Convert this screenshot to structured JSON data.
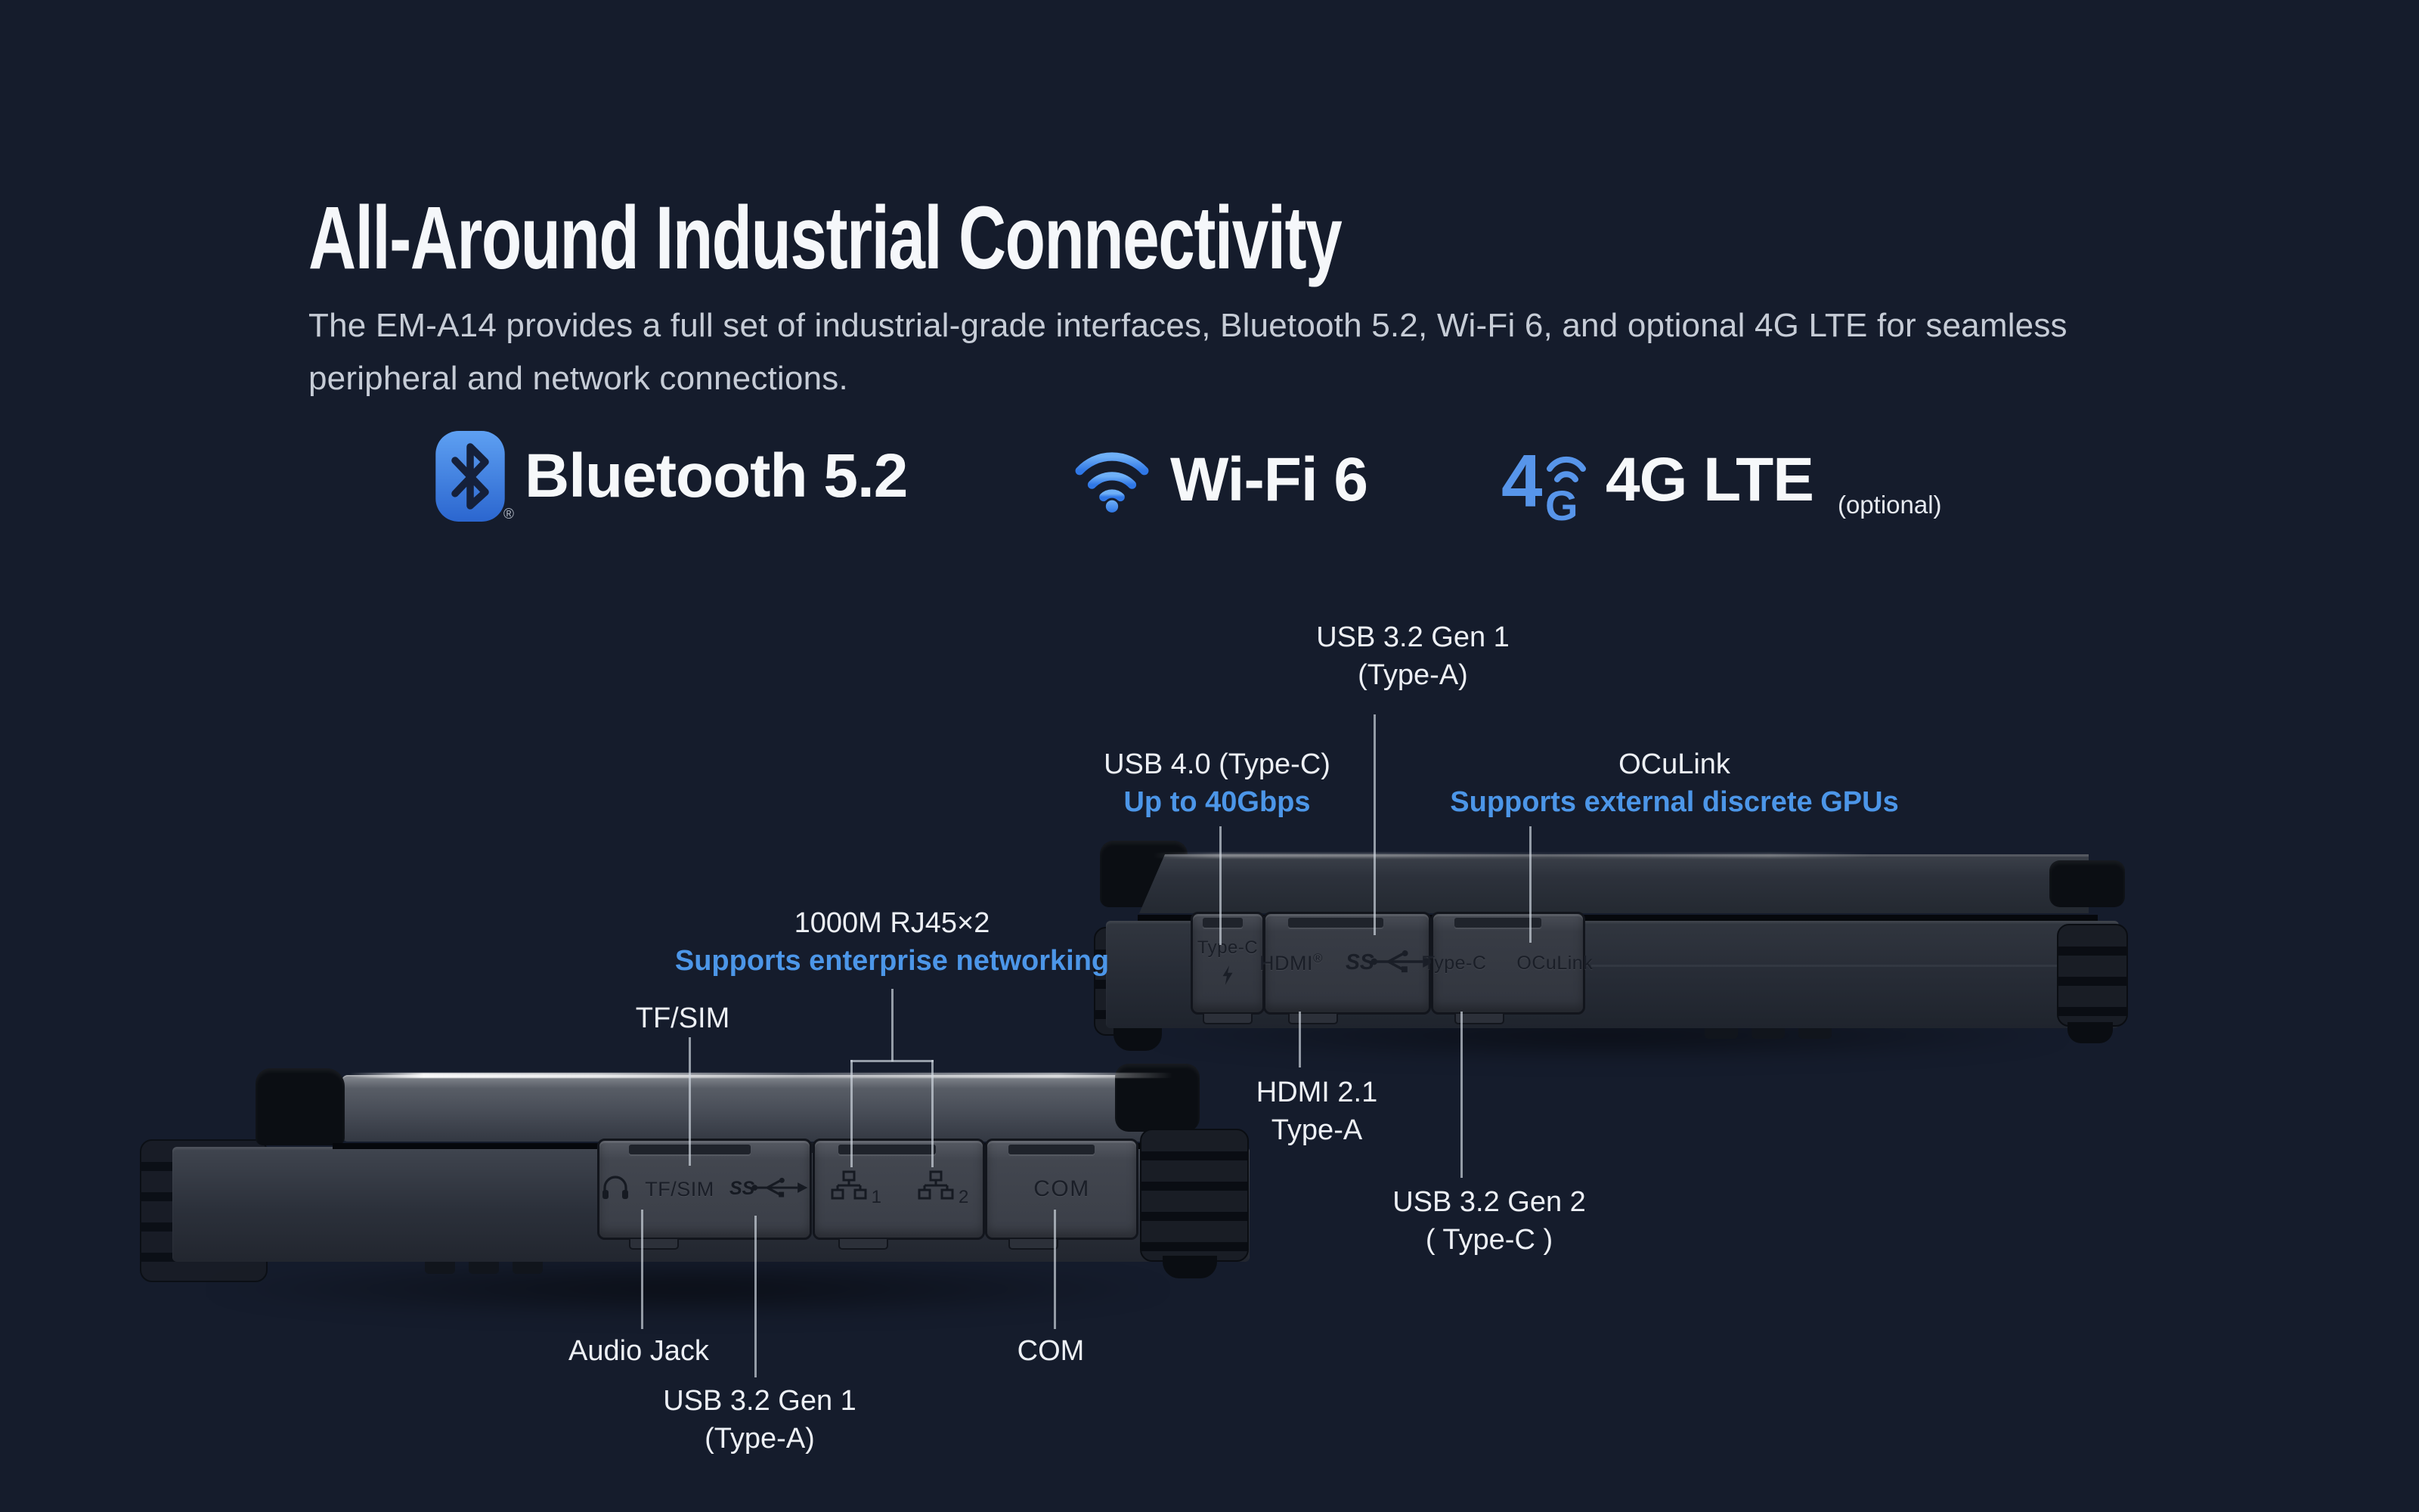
{
  "colors": {
    "background": "#151c2c",
    "accent_blue": "#4c96e8",
    "text_primary": "#f5f7fa",
    "text_secondary": "#c6ccd6"
  },
  "header": {
    "title": "All-Around Industrial Connectivity",
    "description": "The EM-A14 provides a full set of industrial-grade interfaces, Bluetooth 5.2, Wi-Fi 6, and optional 4G LTE for seamless peripheral and network connections."
  },
  "features": [
    {
      "icon": "bluetooth-icon",
      "label": "Bluetooth 5.2",
      "reg": "®"
    },
    {
      "icon": "wifi-icon",
      "label": "Wi-Fi 6"
    },
    {
      "icon": "4g-signal-icon",
      "label": "4G LTE",
      "note": "(optional)"
    }
  ],
  "callouts": {
    "usb_a_top": {
      "title": "USB 3.2 Gen 1",
      "sub": "(Type-A)"
    },
    "usb4": {
      "title": "USB 4.0 (Type-C)",
      "highlight": "Up to 40Gbps"
    },
    "oculink": {
      "title": "OCuLink",
      "highlight": "Supports external discrete GPUs"
    },
    "rj45": {
      "title": "1000M RJ45×2",
      "highlight": "Supports enterprise networking"
    },
    "tf_sim": {
      "title": "TF/SIM"
    },
    "hdmi": {
      "title": "HDMI 2.1",
      "sub": "Type-A"
    },
    "usb_c_gen2": {
      "title": "USB 3.2 Gen 2",
      "sub": "( Type-C )"
    },
    "audio_jack": {
      "title": "Audio Jack"
    },
    "usb_a_bottom": {
      "title": "USB 3.2 Gen 1",
      "sub": "(Type-A)"
    },
    "com": {
      "title": "COM"
    }
  },
  "devices": {
    "right": {
      "cover1": {
        "label": "Type-C",
        "icon": "lightning-bolt-icon"
      },
      "cover2": {
        "label": "HDMI",
        "reg": "®",
        "icon": "superspeed-usb-icon"
      },
      "cover3": {
        "label1": "Type-C",
        "label2": "OCuLink"
      }
    },
    "left": {
      "cover1": {
        "label": "TF/SIM",
        "icon1": "headphones-icon",
        "icon2": "superspeed-usb-icon"
      },
      "cover2": {
        "icon": "ethernet-icon",
        "num1": "1",
        "num2": "2"
      },
      "cover3": {
        "label": "COM"
      }
    }
  }
}
